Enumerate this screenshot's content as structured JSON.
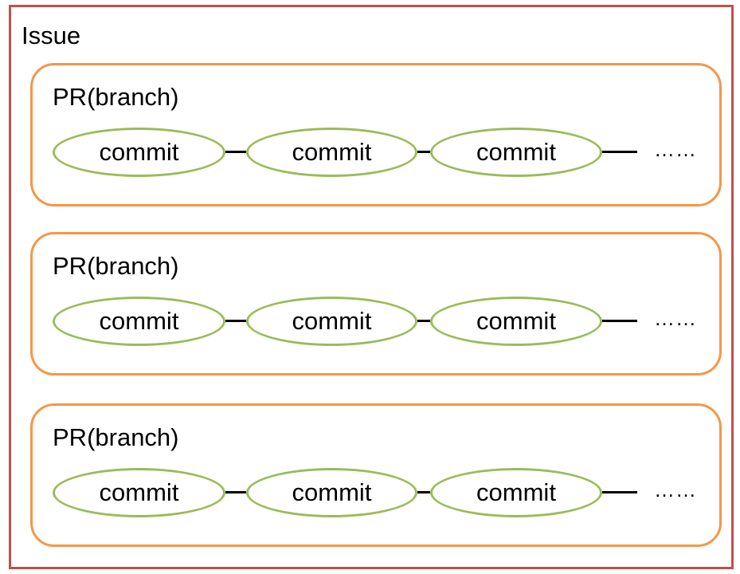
{
  "issue": {
    "label": "Issue",
    "border_color": "#c0504d"
  },
  "branches": [
    {
      "label": "PR(branch)",
      "commits": [
        "commit",
        "commit",
        "commit"
      ],
      "continuation": "……"
    },
    {
      "label": "PR(branch)",
      "commits": [
        "commit",
        "commit",
        "commit"
      ],
      "continuation": "……"
    },
    {
      "label": "PR(branch)",
      "commits": [
        "commit",
        "commit",
        "commit"
      ],
      "continuation": "……"
    }
  ],
  "colors": {
    "issue_border": "#c0504d",
    "branch_border": "#f79646",
    "commit_border": "#9bbb59",
    "connector": "#000000"
  }
}
